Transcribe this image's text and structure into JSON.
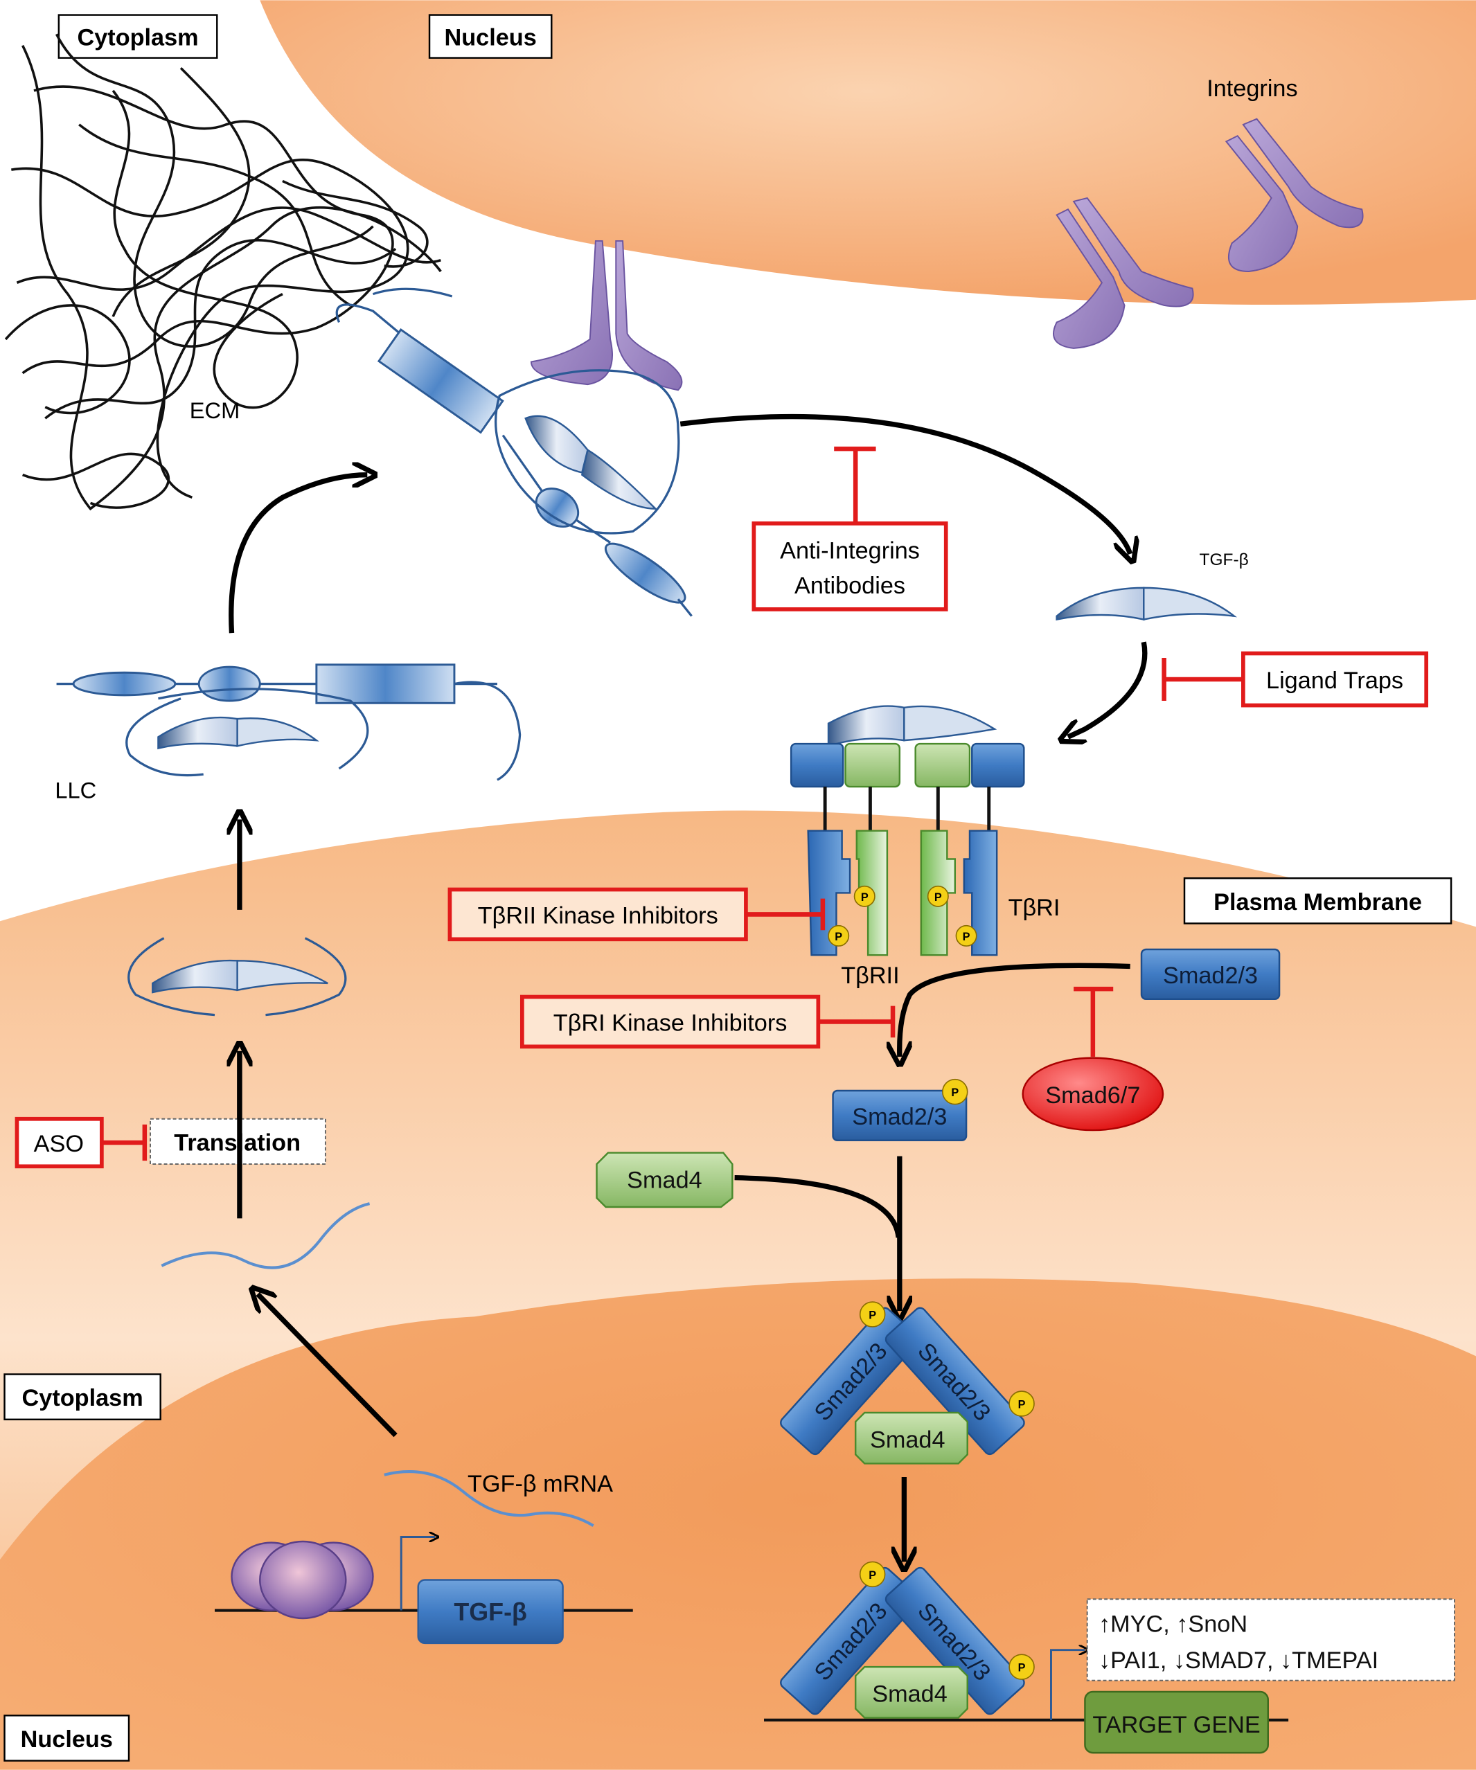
{
  "regions": {
    "cytoplasm_top": "Cytoplasm",
    "nucleus_top": "Nucleus",
    "plasma_membrane": "Plasma Membrane",
    "cytoplasm_bottom": "Cytoplasm",
    "nucleus_bottom": "Nucleus"
  },
  "labels": {
    "integrins": "Integrins",
    "ecm": "ECM",
    "llc": "LLC",
    "tgfb_ligand": "TGF-β",
    "tbri": "TβRI",
    "tbrii": "TβRII",
    "translation": "Translation",
    "mrna": "TGF-β mRNA",
    "tgfb_gene": "TGF-β",
    "target_gene": "TARGET GENE",
    "phospho": "P"
  },
  "inhibitors": {
    "anti_integrins_1": "Anti-Integrins",
    "anti_integrins_2": "Antibodies",
    "ligand_traps": "Ligand Traps",
    "tbrii_kinase": "TβRII Kinase Inhibitors",
    "tbri_kinase": "TβRI Kinase Inhibitors",
    "aso": "ASO"
  },
  "proteins": {
    "smad23": "Smad2/3",
    "smad23_p": "Smad2/3",
    "smad4": "Smad4",
    "smad67": "Smad6/7",
    "complex_left": "Smad2/3",
    "complex_right": "Smad2/3",
    "complex_smad4": "Smad4",
    "nuc_left": "Smad2/3",
    "nuc_right": "Smad2/3",
    "nuc_smad4": "Smad4"
  },
  "targets": {
    "line1": "↑MYC, ↑SnoN",
    "line2": "↓PAI1, ↓SMAD7, ↓TMEPAI"
  },
  "colors": {
    "cell_orange": "#f29a5a",
    "inhibitor_red": "#e11b1b",
    "smad_blue": "#3f7bc4",
    "smad_green": "#9fcb7b",
    "integrin_purple": "#9b86bf"
  }
}
